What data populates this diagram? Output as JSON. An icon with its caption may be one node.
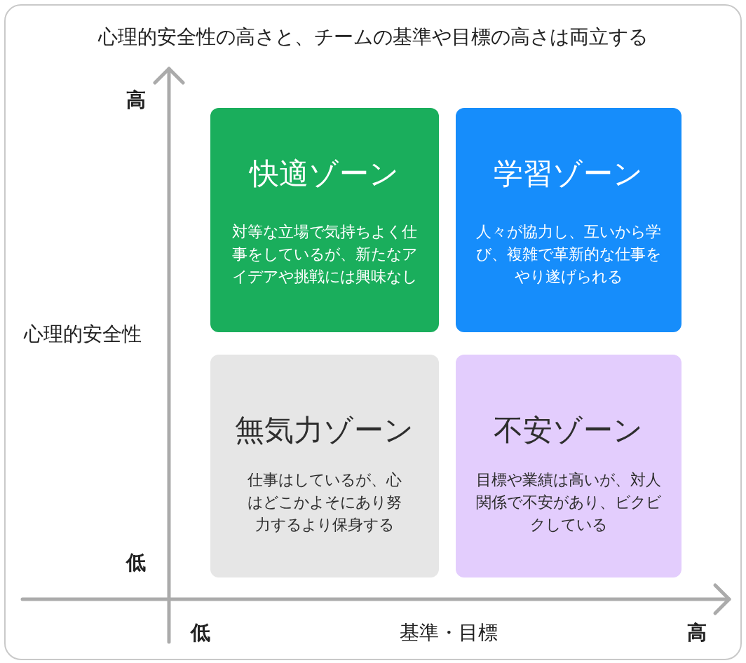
{
  "diagram": {
    "title": "心理的安全性の高さと、チームの基準や目標の高さは両立する",
    "nodes": [
      {
        "text": [
          "快適ゾーン",
          "対等な立場で気持ちよく仕事をしているが、新たなアイデアや挑戦には興味なし"
        ]
      },
      {
        "text": [
          "学習ゾーン",
          "人々が協力し、互いから学び、複雑で革新的な仕事をやり遂げられる"
        ]
      },
      {
        "text": [
          "無気力ゾーン",
          "仕事はしているが、心はどこかよそにあり努力するより保身する"
        ]
      },
      {
        "text": [
          "不安ゾーン",
          "目標や業績は高いが、対人関係で不安があり、ビクビクしている"
        ]
      }
    ],
    "labels": [
      "高",
      "心理的安全性",
      "低",
      "低",
      "基準・目標",
      "高"
    ]
  }
}
